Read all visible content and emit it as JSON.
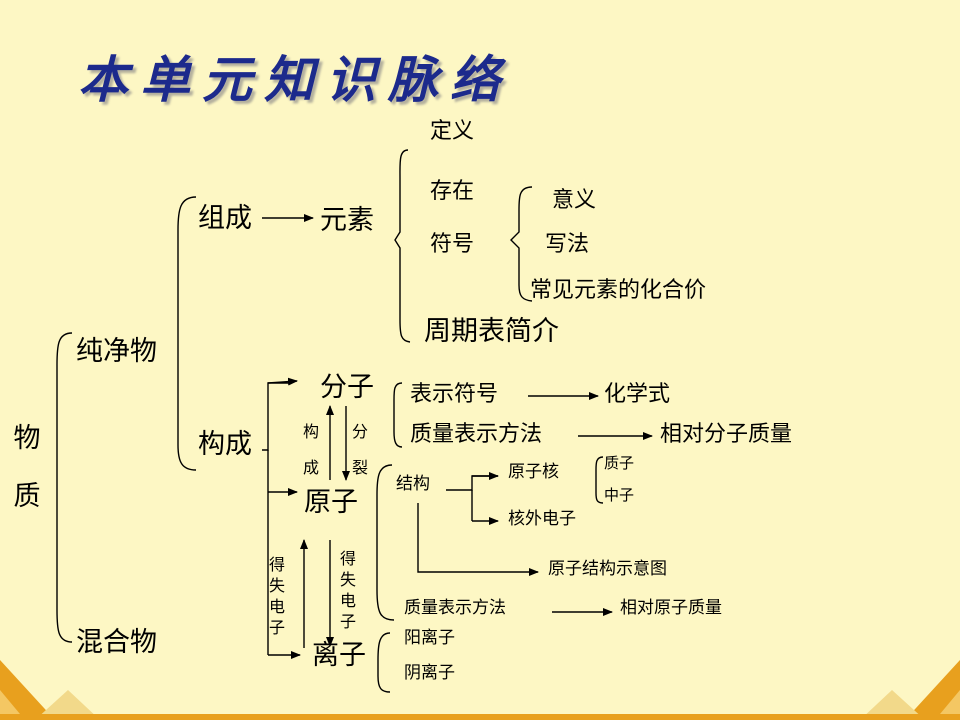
{
  "title": "本单元知识脉络",
  "colors": {
    "background": "#fdf7c4",
    "title": "#1c2a8c",
    "corner": "#e8a01e"
  },
  "nodes": {
    "wuzhi": "物质",
    "chunjingwu": "纯净物",
    "hunhewu": "混合物",
    "zucheng": "组成",
    "yuansu": "元素",
    "dingyi": "定义",
    "cunzai": "存在",
    "fuhao": "符号",
    "yiyi": "意义",
    "xiefa": "写法",
    "huahejia": "常见元素的化合价",
    "zhouqibiao": "周期表简介",
    "goucheng": "构成",
    "fenzi": "分子",
    "yuanzi": "原子",
    "lizi": "离子",
    "goucheng_small": "构成",
    "fenlie": "分裂",
    "deshidianzi_left": "得失电子",
    "deshidianzi_right": "得失电子",
    "biaoshifuhao": "表示符号",
    "huaxueshi": "化学式",
    "zhiliang_fenzi": "质量表示方法",
    "xiangduifenzi": "相对分子质量",
    "jiegou": "结构",
    "yuanzihe": "原子核",
    "zhizi": "质子",
    "zhongzi": "中子",
    "hewaidianzi": "核外电子",
    "jiegoutu": "原子结构示意图",
    "zhiliang_yuanzi": "质量表示方法",
    "xiangduiyuanzi": "相对原子质量",
    "yanglizi": "阳离子",
    "yinlizi": "阴离子"
  }
}
